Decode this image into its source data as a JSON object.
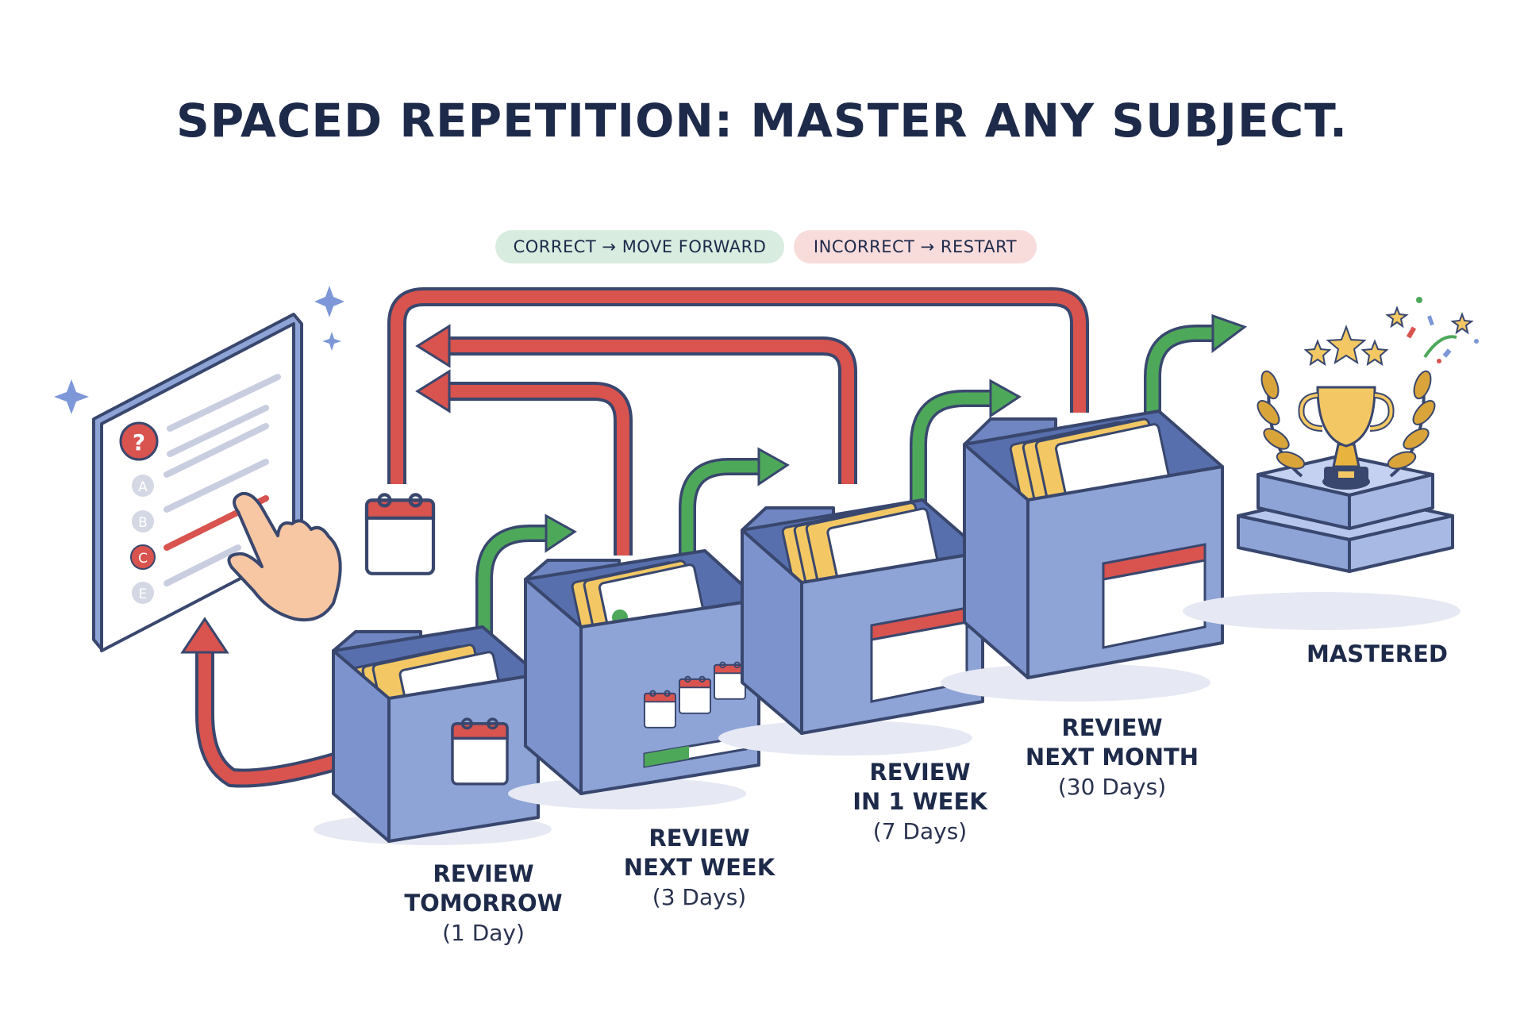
{
  "title": "SPACED REPETITION: MASTER ANY SUBJECT.",
  "legend": {
    "correct": "CORRECT → MOVE FORWARD",
    "incorrect": "INCORRECT → RESTART",
    "correct_color": "#d8ece0",
    "incorrect_color": "#f8dcdc"
  },
  "colors": {
    "box": "#8ea3d6",
    "box_dark": "#6f86c2",
    "outline": "#39476e",
    "arrow_correct": "#4ea85a",
    "arrow_incorrect": "#d9534f",
    "card_yellow": "#f3c864"
  },
  "quiz": {
    "options": [
      "A",
      "B",
      "C",
      "E"
    ],
    "question_mark": "?"
  },
  "stages": [
    {
      "line1": "REVIEW",
      "line2": "TOMORROW",
      "line3": "(1 Day)"
    },
    {
      "line1": "REVIEW",
      "line2": "NEXT WEEK",
      "line3": "(3 Days)"
    },
    {
      "line1": "REVIEW",
      "line2": "IN 1 WEEK",
      "line3": "(7 Days)"
    },
    {
      "line1": "REVIEW",
      "line2": "NEXT MONTH",
      "line3": "(30 Days)"
    }
  ],
  "mastered": "MASTERED",
  "icons": [
    "quiz-tablet-icon",
    "pointing-hand-icon",
    "calendar-icon",
    "card-box-icon",
    "trophy-icon",
    "laurel-icon",
    "star-icon",
    "confetti-icon",
    "sparkle-icon"
  ]
}
